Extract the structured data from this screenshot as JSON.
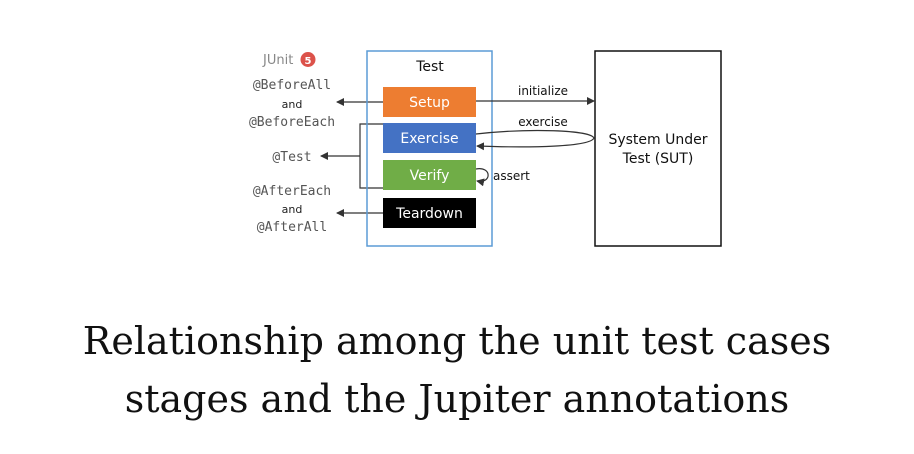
{
  "junit_logo": {
    "text": "JUnit",
    "version": "5"
  },
  "annotations": {
    "before_all": "@BeforeAll",
    "and_1": "and",
    "before_each": "@BeforeEach",
    "test": "@Test",
    "after_each": "@AfterEach",
    "and_2": "and",
    "after_all": "@AfterAll"
  },
  "test_box": {
    "title": "Test",
    "stages": {
      "setup": "Setup",
      "exercise": "Exercise",
      "verify": "Verify",
      "teardown": "Teardown"
    }
  },
  "arrows": {
    "initialize": "initialize",
    "exercise": "exercise",
    "assert": "assert"
  },
  "sut": {
    "line1": "System Under",
    "line2": "Test (SUT)"
  },
  "caption": {
    "line1": "Relationship among the unit test cases",
    "line2": "stages and the Jupiter annotations"
  },
  "colors": {
    "setup": "#ed7d31",
    "exercise": "#4472c4",
    "verify": "#70ad47",
    "teardown": "#000000",
    "test_border": "#5b9bd5",
    "annotation_text": "#555555",
    "junit_badge": "#dc524a"
  }
}
